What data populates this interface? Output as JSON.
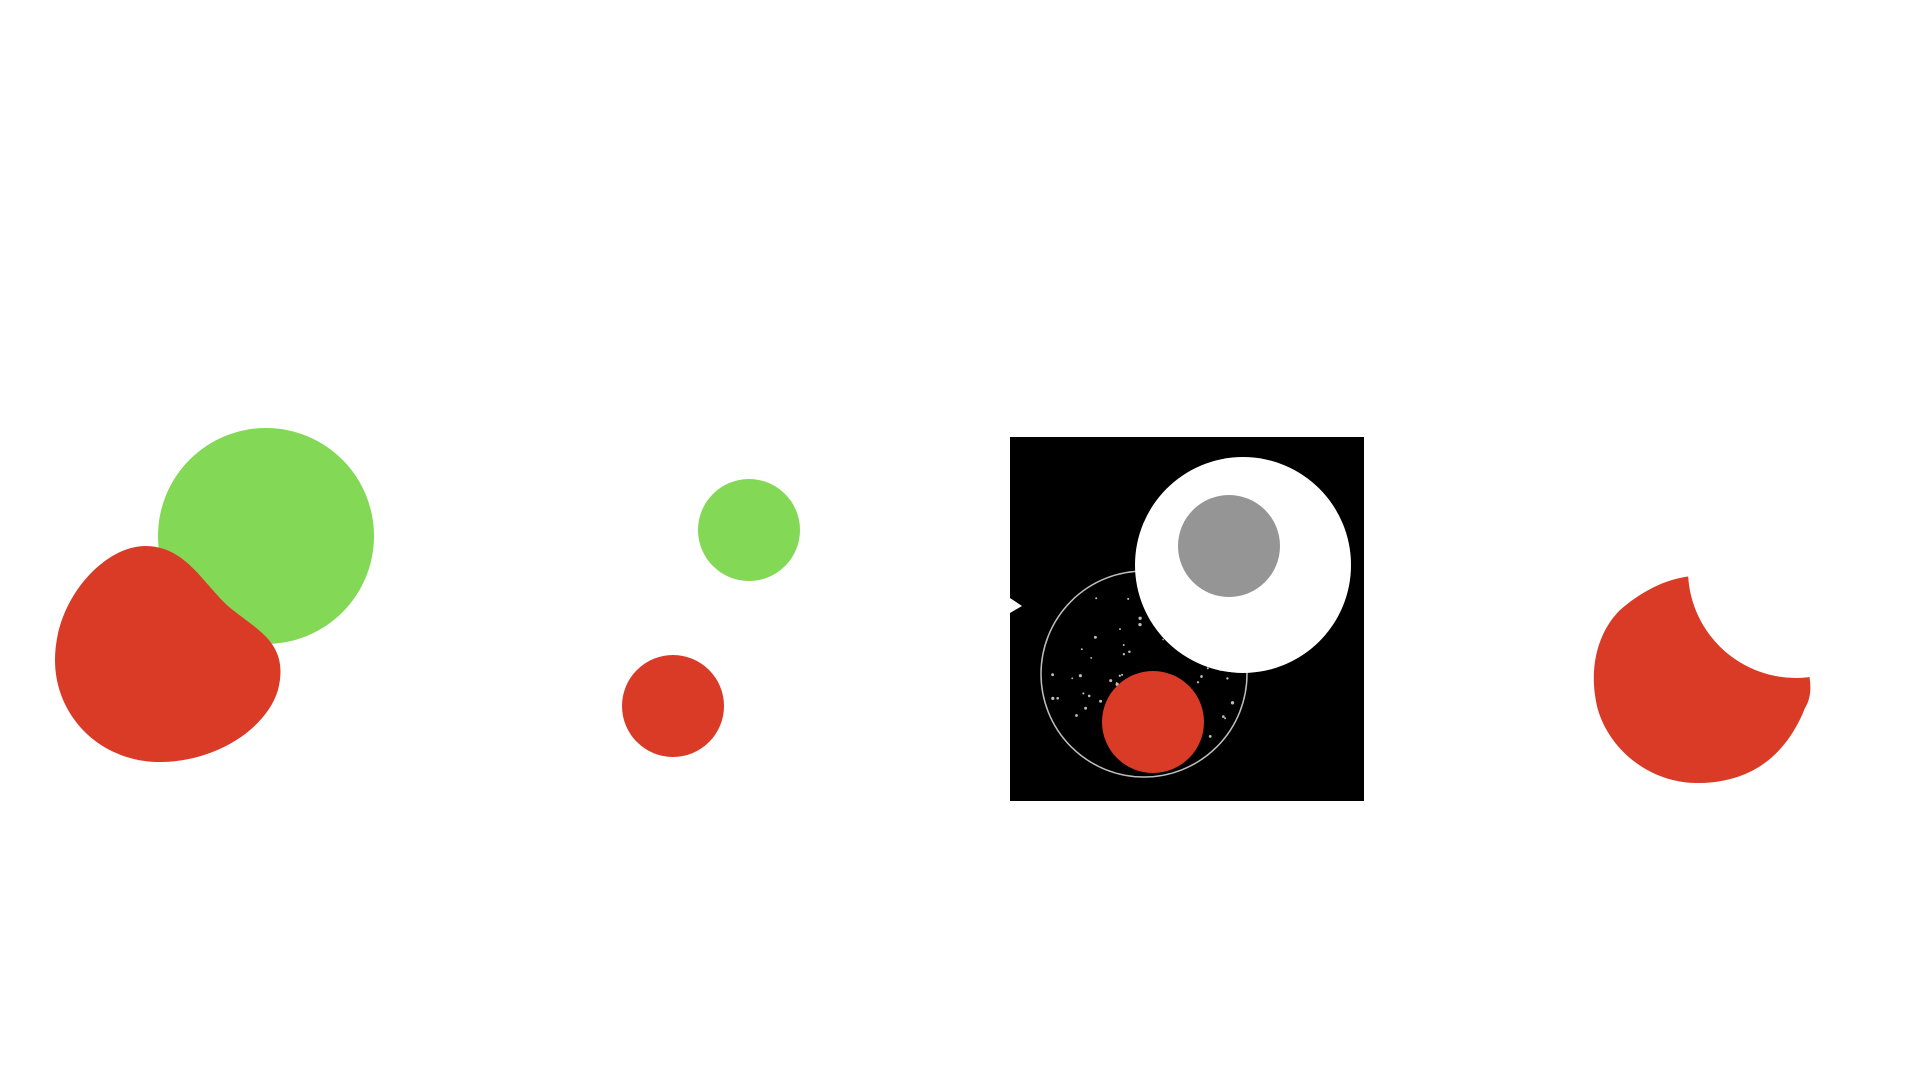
{
  "colors": {
    "background": "#ffffff",
    "green": "#83d856",
    "red": "#da3b27",
    "black": "#000000",
    "white": "#ffffff",
    "gray": "#959595",
    "outline": "#bdbdbd"
  },
  "panels": [
    {
      "name": "overlap-example",
      "shapes": [
        "green-circle",
        "red-blob"
      ]
    },
    {
      "name": "separate-circles",
      "shapes": [
        "green-circle",
        "red-circle"
      ]
    },
    {
      "name": "masked-composition",
      "shapes": [
        "black-square",
        "white-circle",
        "gray-circle",
        "dotted-circle-outline",
        "red-circle"
      ]
    },
    {
      "name": "subtracted-blob",
      "shapes": [
        "red-blob-with-circular-cutout"
      ]
    }
  ]
}
